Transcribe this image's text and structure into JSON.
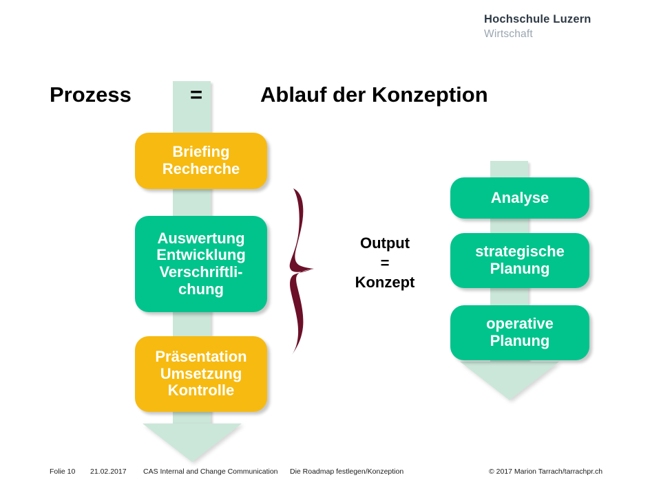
{
  "logo": {
    "main": "Hochschule Luzern",
    "sub": "Wirtschaft"
  },
  "title": {
    "left": "Prozess",
    "equals": "=",
    "right": "Ablauf der Konzeption"
  },
  "colors": {
    "yellow_box": "#f7ba10",
    "green_box": "#00c48c",
    "arrow_light_green": "#cbe7d9",
    "brace_maroon": "#6b1028",
    "text_white": "#ffffff",
    "text_black": "#000000",
    "logo_main": "#2e3a45",
    "logo_sub": "#9aa6b0"
  },
  "left_column": {
    "arrow_icon": "down-arrow-icon",
    "boxes": [
      {
        "label": "Briefing\nRecherche",
        "color": "yellow"
      },
      {
        "label": "Auswertung\nEntwicklung\nVerschriftli-\nchung",
        "color": "green"
      },
      {
        "label": "Präsentation\nUmsetzung\nKontrolle",
        "color": "yellow"
      }
    ]
  },
  "right_column": {
    "arrow_icon": "down-arrow-icon",
    "boxes": [
      {
        "label": "Analyse",
        "color": "green"
      },
      {
        "label": "strategische\nPlanung",
        "color": "green"
      },
      {
        "label": "operative\nPlanung",
        "color": "green"
      }
    ]
  },
  "brace": {
    "icon": "curly-brace-icon"
  },
  "output": {
    "line1": "Output",
    "line2": "=",
    "line3": "Konzept"
  },
  "footer": {
    "slide": "Folie 10",
    "date": "21.02.2017",
    "course": "CAS Internal and Change Communication",
    "topic": "Die Roadmap festlegen/Konzeption",
    "copyright": "© 2017 Marion Tarrach/tarrachpr.ch"
  }
}
